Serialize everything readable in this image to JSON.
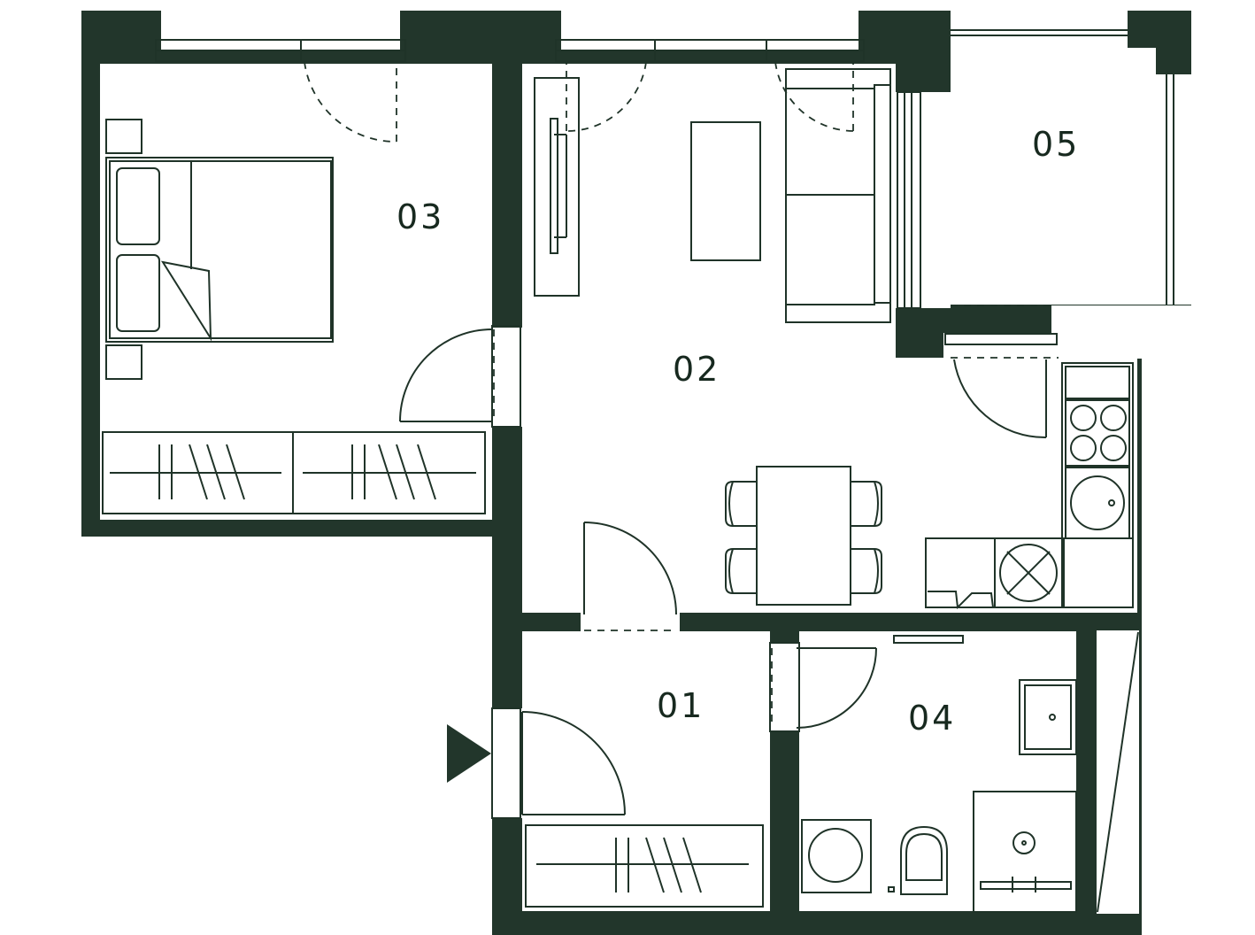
{
  "floorplan": {
    "colors": {
      "wall": "#22362b",
      "line": "#1f3328",
      "background": "#ffffff",
      "room": "#ffffff"
    },
    "rooms": [
      {
        "id": "01",
        "label": "01"
      },
      {
        "id": "02",
        "label": "02"
      },
      {
        "id": "03",
        "label": "03"
      },
      {
        "id": "04",
        "label": "04"
      },
      {
        "id": "05",
        "label": "05"
      }
    ],
    "entrance_marker": "triangle-right-icon"
  }
}
